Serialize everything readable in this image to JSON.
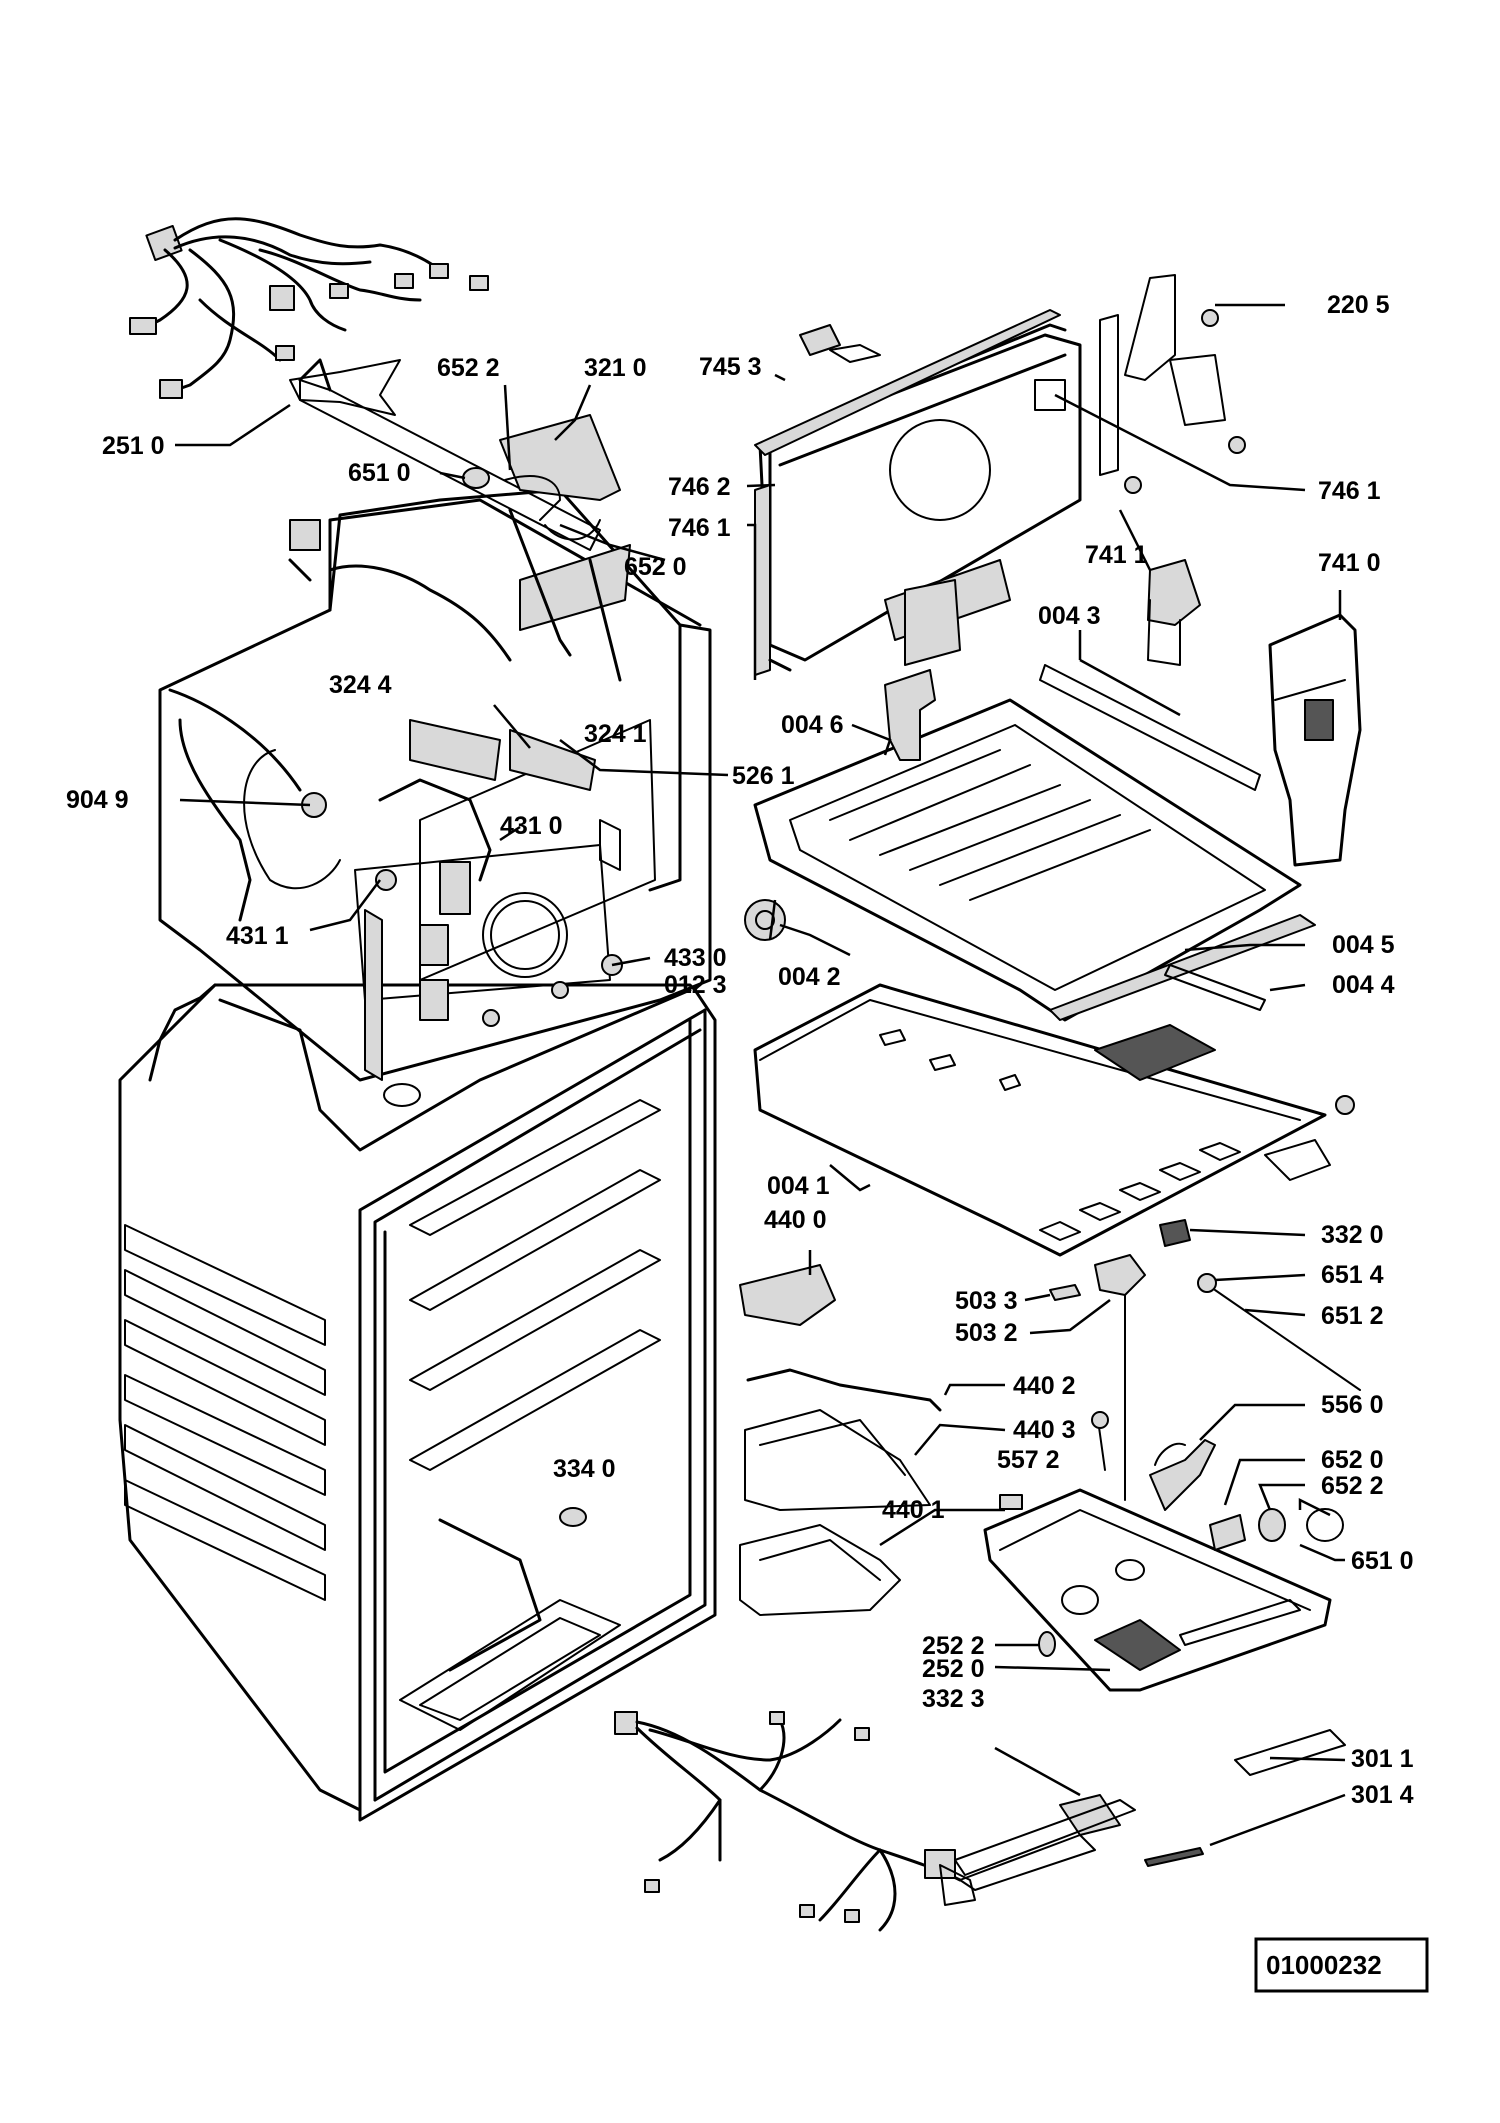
{
  "labels": {
    "p2510": "251 0",
    "p6522a": "652 2",
    "p3210": "321 0",
    "p7453": "745 3",
    "p2205": "220 5",
    "p6510a": "651 0",
    "p6520a": "652 0",
    "p7462": "746 2",
    "p7461a": "746 1",
    "p7461b": "746 1",
    "p7411": "741 1",
    "p7410": "741 0",
    "p0043": "004 3",
    "p3244": "324 4",
    "p3241": "324 1",
    "p0046": "004 6",
    "p5261": "526 1",
    "p9049": "904 9",
    "p4310": "431 0",
    "p4311": "431 1",
    "p4330": "433 0",
    "p0123": "012 3",
    "p0042": "004 2",
    "p0045": "004 5",
    "p0044": "004 4",
    "p0041": "004 1",
    "p4400": "440 0",
    "p3320": "332 0",
    "p6514": "651 4",
    "p5033": "503 3",
    "p5032": "503 2",
    "p6512": "651 2",
    "p4402": "440 2",
    "p5560": "556 0",
    "p4403": "440 3",
    "p5572": "557 2",
    "p6520b": "652 0",
    "p3340": "334 0",
    "p6522b": "652 2",
    "p4401": "440 1",
    "p6510b": "651 0",
    "p2522": "252 2",
    "p2520": "252 0",
    "p3323": "332 3",
    "p3011": "301 1",
    "p3014": "301 4"
  },
  "drawing_code": "01000232"
}
